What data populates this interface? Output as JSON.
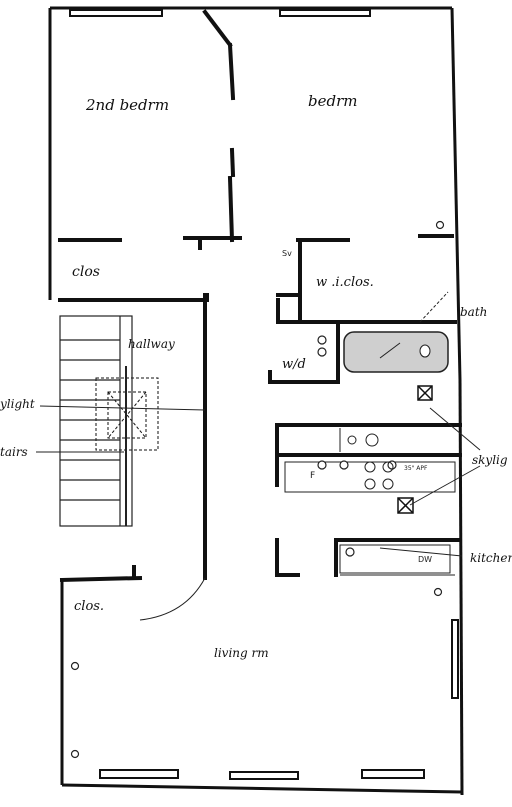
{
  "rooms": {
    "second_bedroom": "2nd bedrm",
    "bedroom": "bedrm",
    "closet_upper": "clos",
    "walk_in_closet": "w .i.clos.",
    "bath": "bath",
    "hallway": "hallway",
    "washer_dryer": "w/d",
    "skylight_left": "ylight",
    "stairs": "tairs",
    "skylight_right": "skylig",
    "kitchen": "kitchen",
    "closet_lower": "clos.",
    "living_room": "living rm"
  },
  "fixtures": {
    "shower_mark": "Sv",
    "fridge": "F",
    "dishwasher": "DW",
    "appliance_note": "35\" APF"
  },
  "colors": {
    "wall": "#111111",
    "line": "#222222",
    "paper": "#ffffff",
    "tub_fill": "#cfcfcf"
  }
}
